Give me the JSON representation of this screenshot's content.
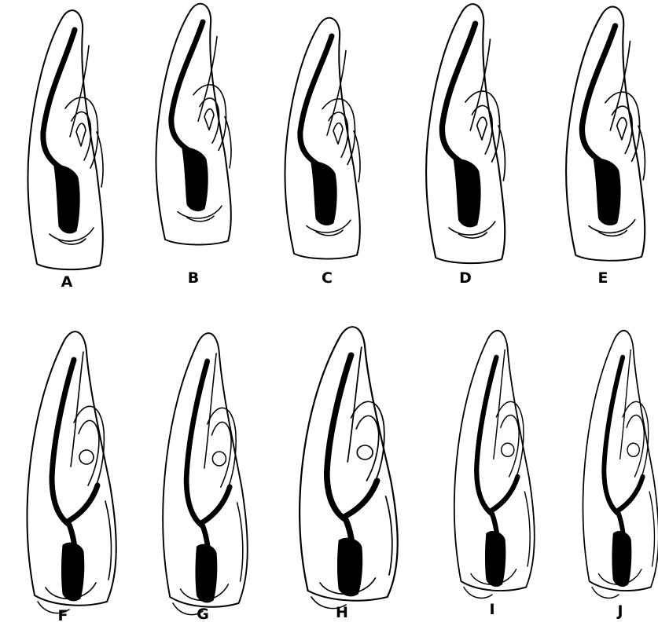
{
  "figure": {
    "labels": [
      "A",
      "B",
      "C",
      "D",
      "E",
      "F",
      "G",
      "H",
      "I",
      "J"
    ]
  }
}
